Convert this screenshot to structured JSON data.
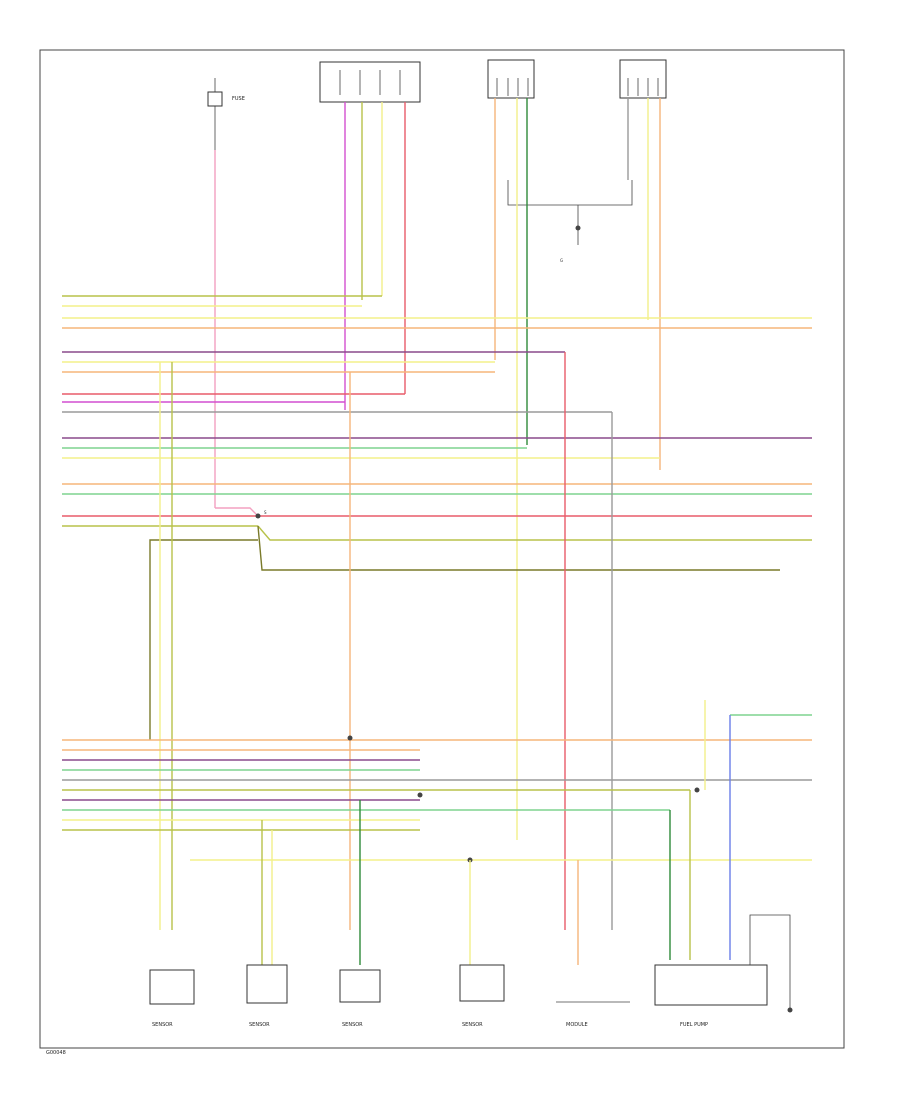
{
  "figure_id": "G00048",
  "colors": {
    "yellow": "#f3f08a",
    "yellow_green": "#b8c24a",
    "green": "#7fd38f",
    "dark_green": "#2f8a3a",
    "orange": "#f6b57a",
    "red": "#e85c6a",
    "pink": "#f3a0c0",
    "magenta": "#d24fd0",
    "violet": "#8a4a8c",
    "grey": "#9a9a9a",
    "brown": "#9a7a5a",
    "blue": "#6a7ee8",
    "olive": "#7a7a2a",
    "frame": "#444444"
  },
  "components": {
    "top_fuse_label": "FUSE",
    "splice_label": "S",
    "ground_label": "G",
    "bottom_labels": [
      "SENSOR",
      "SENSOR",
      "SENSOR",
      "SENSOR",
      "MODULE",
      "FUEL PUMP"
    ]
  }
}
